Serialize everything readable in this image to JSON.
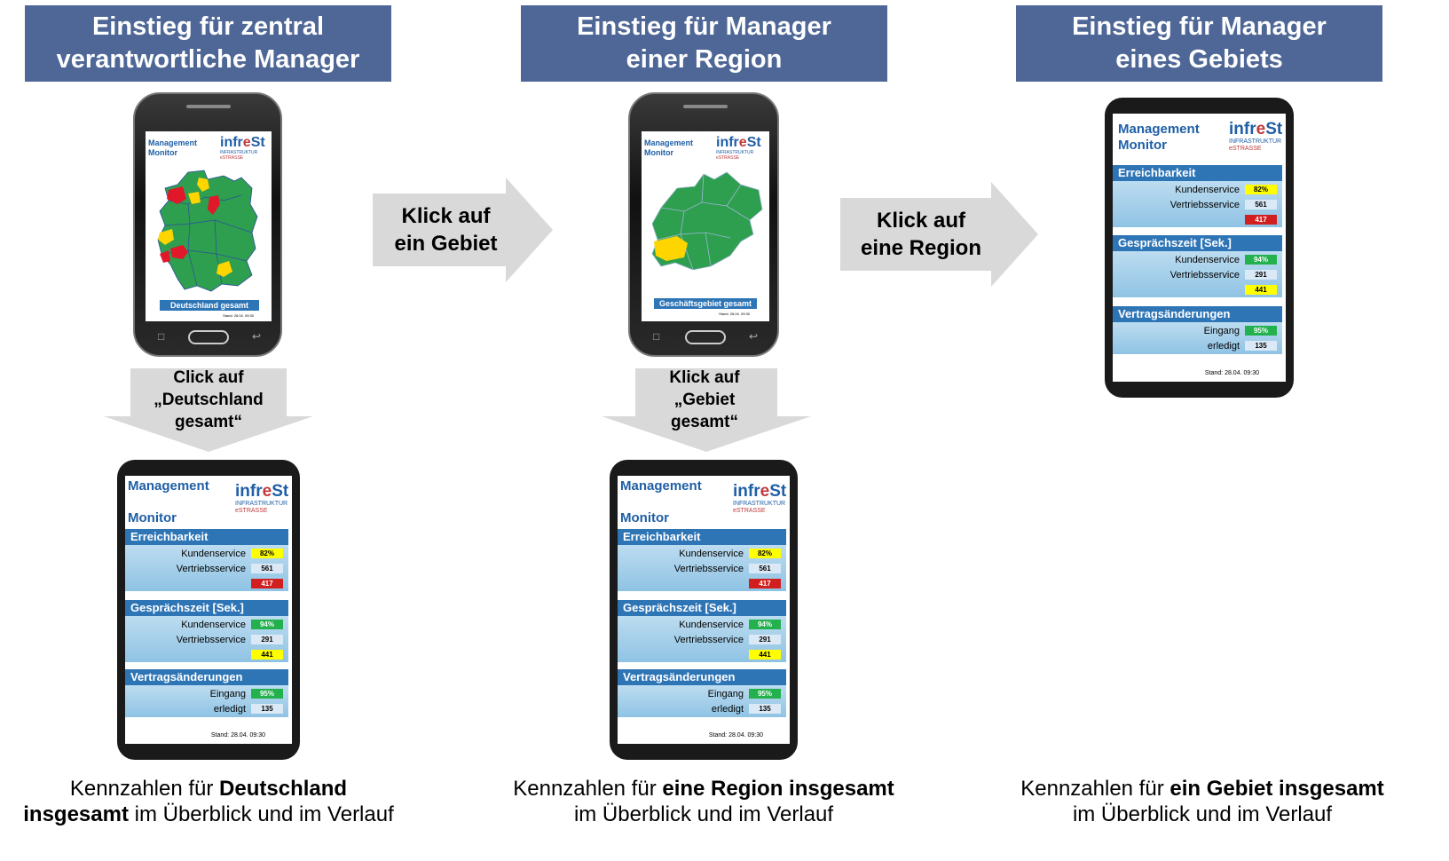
{
  "headers": [
    {
      "line1": "Einstieg für zentral",
      "line2": "verantwortliche Manager"
    },
    {
      "line1": "Einstieg für Manager",
      "line2": "einer Region"
    },
    {
      "line1": "Einstieg für Manager",
      "line2": "eines Gebiets"
    }
  ],
  "arrows": {
    "right1": {
      "line1": "Klick auf",
      "line2": "ein Gebiet"
    },
    "right2": {
      "line1": "Klick auf",
      "line2": "eine Region"
    },
    "down1": {
      "line1": "Click auf",
      "line2": "„Deutschland",
      "line3": "gesamt“"
    },
    "down2": {
      "line1": "Klick auf",
      "line2": "„Gebiet",
      "line3": "gesamt“"
    }
  },
  "app": {
    "title1": "Management",
    "title2": "Monitor",
    "logo_a": "infr",
    "logo_b": "e",
    "logo_c": "St",
    "logo_line1": "INFRASTRUKTUR",
    "logo_line2": "eSTRASSE",
    "stand": "Stand: 28.04. 09:30",
    "sections": [
      {
        "title": "Erreichbarkeit",
        "rows": [
          {
            "label": "Kundenservice",
            "value": "82%",
            "color": "#ffff00",
            "text": "#000"
          },
          {
            "label": "Vertriebsservice",
            "value": "561",
            "color": "#dbe9f6",
            "text": "#000"
          },
          {
            "label": "",
            "value": "417",
            "color": "#d11f1f",
            "text": "#fff"
          }
        ]
      },
      {
        "title": "Gesprächszeit [Sek.]",
        "rows": [
          {
            "label": "Kundenservice",
            "value": "94%",
            "color": "#22b14c",
            "text": "#fff"
          },
          {
            "label": "Vertriebsservice",
            "value": "291",
            "color": "#dbe9f6",
            "text": "#000"
          },
          {
            "label": "",
            "value": "441",
            "color": "#ffff00",
            "text": "#000"
          }
        ]
      },
      {
        "title": "Vertragsänderungen",
        "rows": [
          {
            "label": "Eingang",
            "value": "95%",
            "color": "#22b14c",
            "text": "#fff"
          },
          {
            "label": "erledigt",
            "value": "135",
            "color": "#dbe9f6",
            "text": "#000"
          }
        ]
      }
    ]
  },
  "maps": {
    "germany_label": "Deutschland gesamt",
    "region_label": "Geschäftsgebiet gesamt",
    "stand_small": "Stand: 28.04. 09:30"
  },
  "captions": [
    {
      "pre": "Kennzahlen für ",
      "bold": "Deutschland",
      "line2_bold": "insgesamt",
      "line2": " im Überblick und im Verlauf"
    },
    {
      "pre": "Kennzahlen für ",
      "bold": "eine Region insgesamt",
      "line2_bold": "",
      "line2": "im Überblick und im Verlauf"
    },
    {
      "pre": "Kennzahlen für ",
      "bold": "ein Gebiet insgesamt",
      "line2_bold": "",
      "line2": "im Überblick und im Verlauf"
    }
  ]
}
